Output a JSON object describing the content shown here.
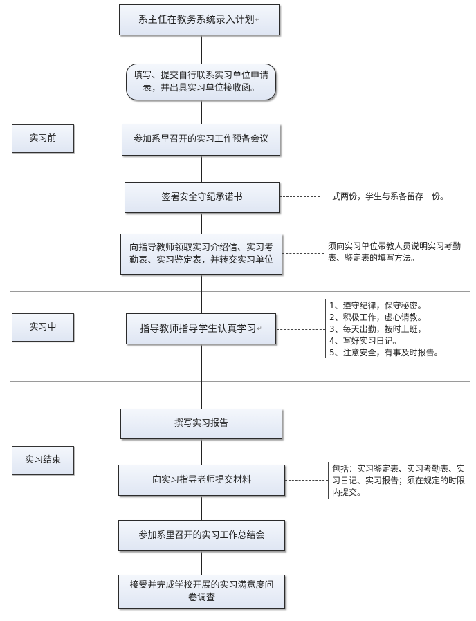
{
  "steps": [
    "系主任在教务系统录入计划",
    "填写、提交自行联系实习单位申请表，并出具实习单位接收函。",
    "参加系里召开的实习工作预备会议",
    "签署安全守纪承诺书",
    "向指导教师领取实习介绍信、实习考勤表、实习鉴定表，并转交实习单位",
    "指导教师指导学生认真学习",
    "撰写实习报告",
    "向实习指导老师提交材料",
    "参加系里召开的实习工作总结会",
    "接受并完成学校开展的实习满意度问卷调查"
  ],
  "stages": [
    "实习前",
    "实习中",
    "实习结束"
  ],
  "notes": {
    "agreement": "一式两份，学生与系各留存一份。",
    "forms": "须向实习单位带教人员说明实习考勤表、鉴定表的填写方法。",
    "rules": [
      "1、遵守纪律，保守秘密。",
      "2、积极工作，虚心请教。",
      "3、每天出勤，按时上班，",
      "4、写好实习日记。",
      "5、注意安全，有事及时报告。"
    ],
    "materials": "包括：实习鉴定表、实习考勤表、实习日记、实习报告；须在规定的时限内提交。"
  },
  "return_mark": "↵"
}
